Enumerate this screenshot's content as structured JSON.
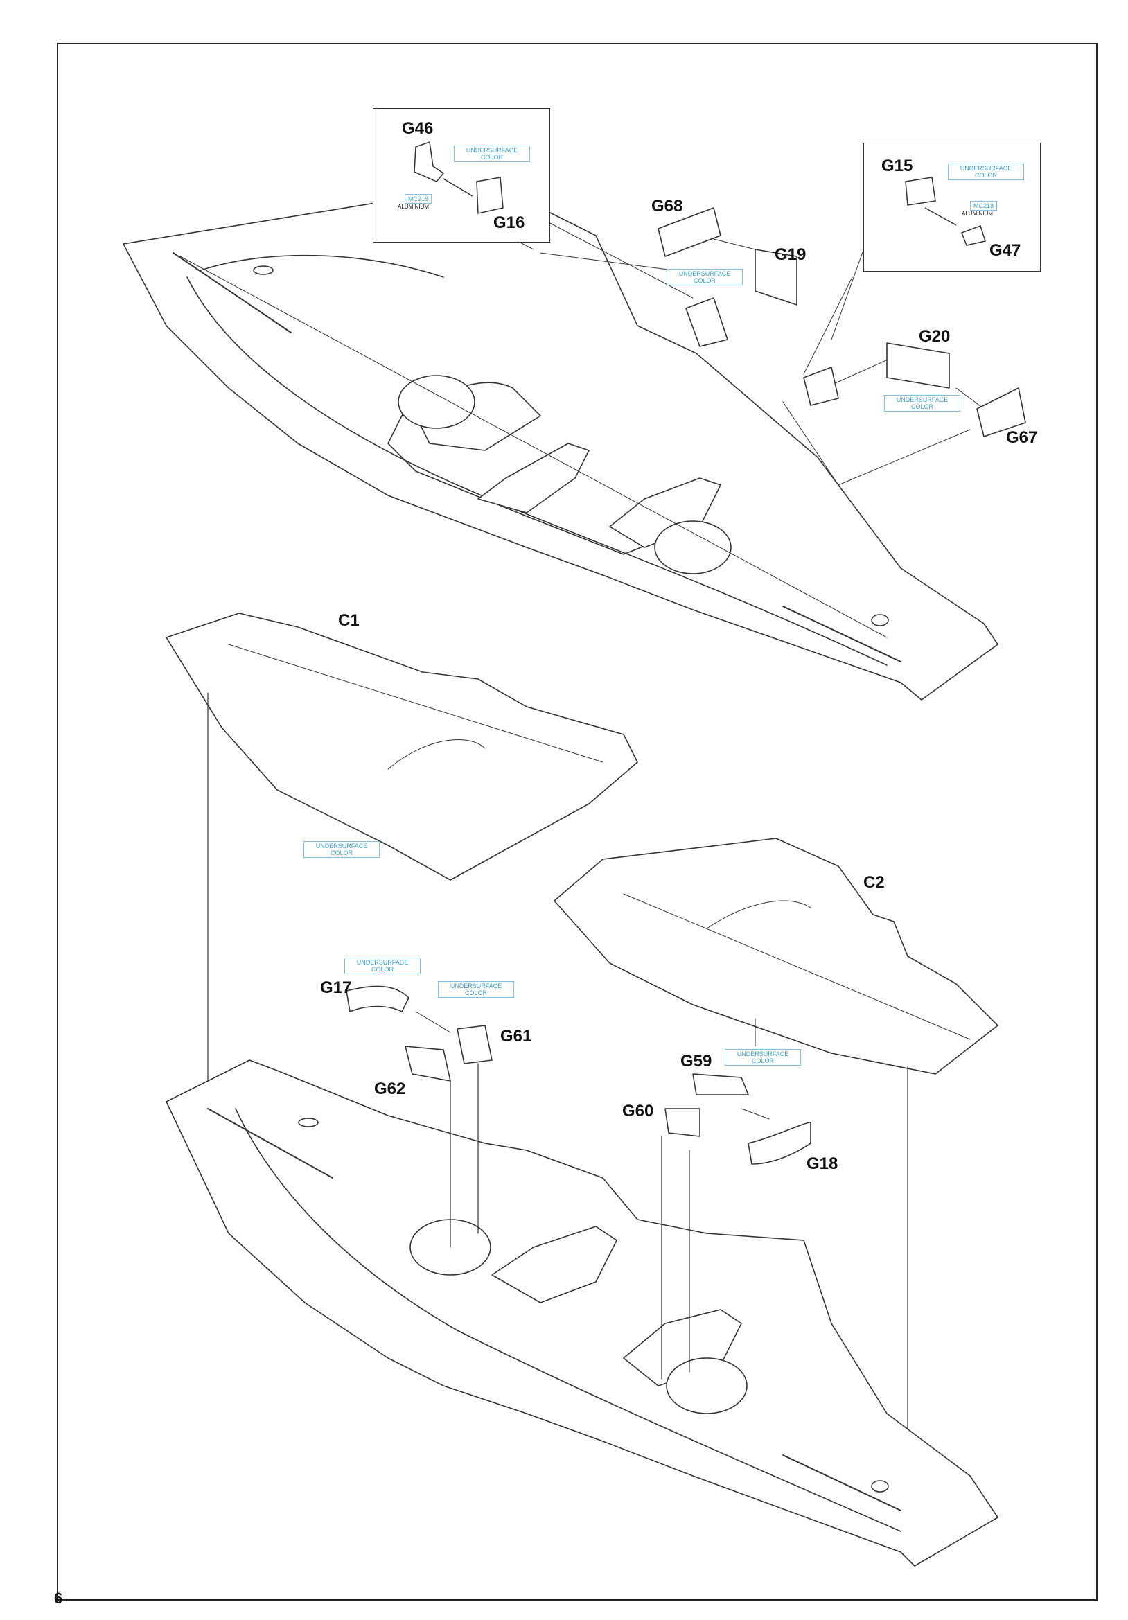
{
  "page": {
    "number": "6"
  },
  "colors": {
    "line": "#333333",
    "callout_text": "#3fa3d6",
    "label": "#111111"
  },
  "parts": {
    "g46": "G46",
    "g16": "G16",
    "g68": "G68",
    "g19": "G19",
    "g15": "G15",
    "g47": "G47",
    "g20": "G20",
    "g67": "G67",
    "c1": "C1",
    "c2": "C2",
    "g17": "G17",
    "g61": "G61",
    "g62": "G62",
    "g59": "G59",
    "g60": "G60",
    "g18": "G18"
  },
  "color_callouts": {
    "undersurface": "UNDERSURFACE COLOR",
    "mc218": "MC218",
    "aluminium": "ALUMINIUM"
  }
}
